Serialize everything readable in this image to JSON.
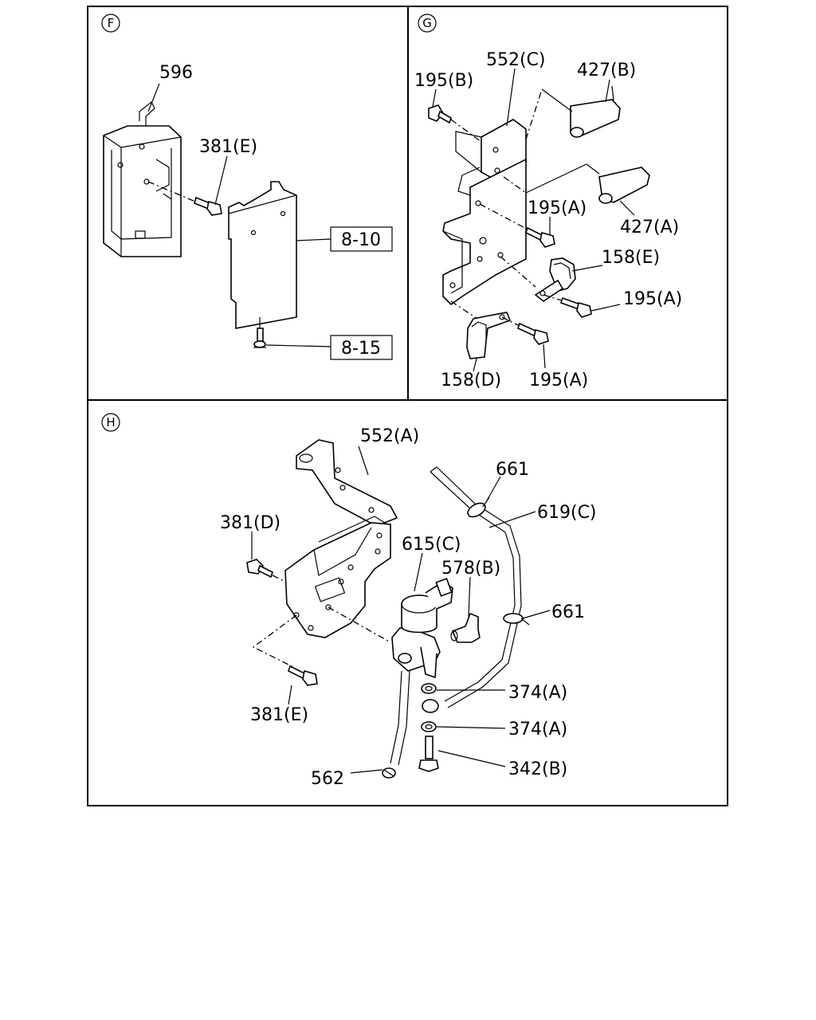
{
  "sections": {
    "F": {
      "marker": "F",
      "labels": {
        "p596": "596",
        "p381e": "381(E)"
      },
      "refs": {
        "r810": "8-10",
        "r815": "8-15"
      }
    },
    "G": {
      "marker": "G",
      "labels": {
        "p195b": "195(B)",
        "p552c": "552(C)",
        "p427b": "427(B)",
        "p195a_1": "195(A)",
        "p427a": "427(A)",
        "p158e": "158(E)",
        "p195a_2": "195(A)",
        "p158d": "158(D)",
        "p195a_3": "195(A)"
      }
    },
    "H": {
      "marker": "H",
      "labels": {
        "p552a": "552(A)",
        "p661_1": "661",
        "p619c": "619(C)",
        "p381d": "381(D)",
        "p615c": "615(C)",
        "p578b": "578(B)",
        "p661_2": "661",
        "p374a_1": "374(A)",
        "p381e": "381(E)",
        "p374a_2": "374(A)",
        "p342b": "342(B)",
        "p562": "562"
      }
    }
  }
}
